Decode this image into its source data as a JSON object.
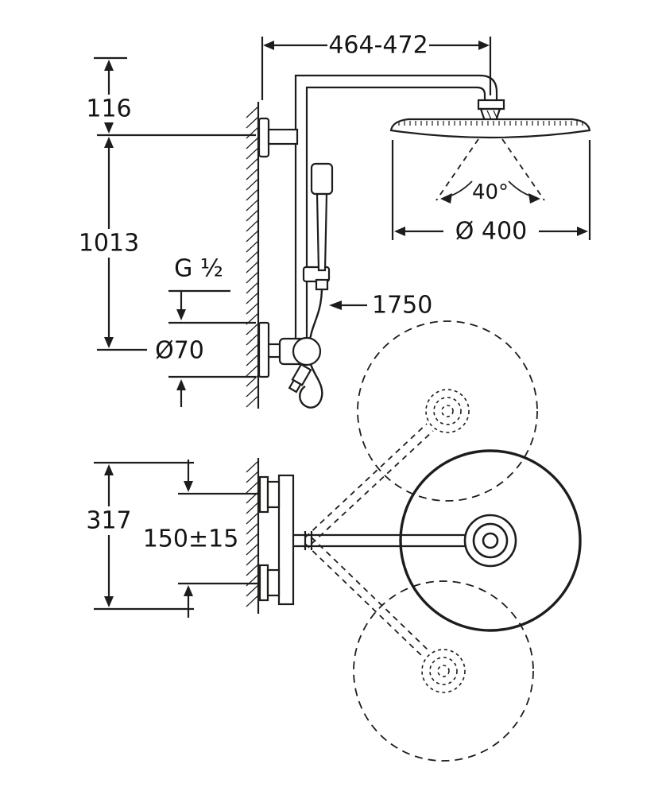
{
  "drawing": {
    "background": "#ffffff",
    "line_color": "#1d1d1b",
    "labels": {
      "span_wall_to_head": "464-472",
      "offset_top": "116",
      "riser_height": "1013",
      "thread_size": "G ¹⁄₂",
      "escutcheon_diameter": "Ø70",
      "hose_length": "1750",
      "spray_angle": "40°",
      "head_diameter": "Ø 400",
      "lower_height": "317",
      "supply_spacing": "150±15"
    }
  }
}
